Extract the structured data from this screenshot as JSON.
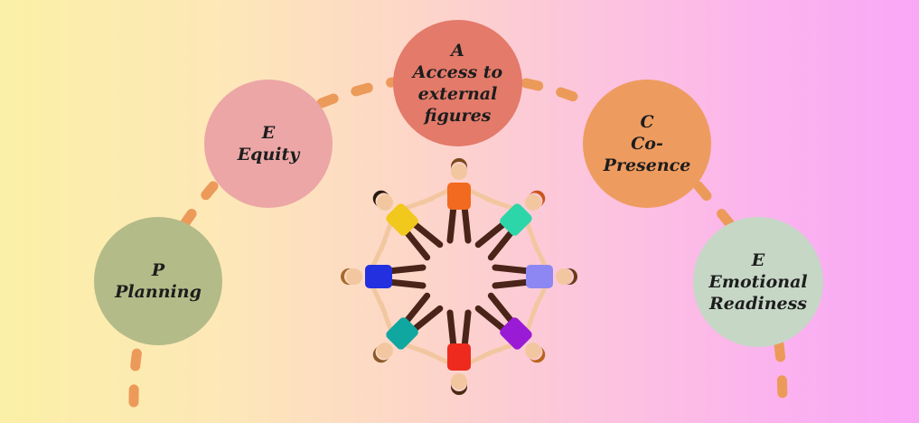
{
  "nodes": {
    "p": {
      "letter": "P",
      "lines": [
        "Planning"
      ],
      "color": "#b3bb88"
    },
    "e1": {
      "letter": "E",
      "lines": [
        "Equity"
      ],
      "color": "#eca6a6"
    },
    "a": {
      "letter": "A",
      "lines": [
        "Access to",
        "external",
        "figures"
      ],
      "color": "#e37a6a"
    },
    "c": {
      "letter": "C",
      "lines": [
        "Co-",
        "Presence"
      ],
      "color": "#ee9b5f"
    },
    "e2": {
      "letter": "E",
      "lines": [
        "Emotional",
        "Readiness"
      ],
      "color": "#c6d7c6"
    }
  },
  "connector_color": "#ec9a5a",
  "people_colors": [
    "#f26a1f",
    "#2dd6a8",
    "#8d87f3",
    "#9a1bd6",
    "#ee2a1e",
    "#10a7a0",
    "#2230e0",
    "#f1c81c"
  ],
  "icons": {
    "people": "people-circle-icon"
  }
}
